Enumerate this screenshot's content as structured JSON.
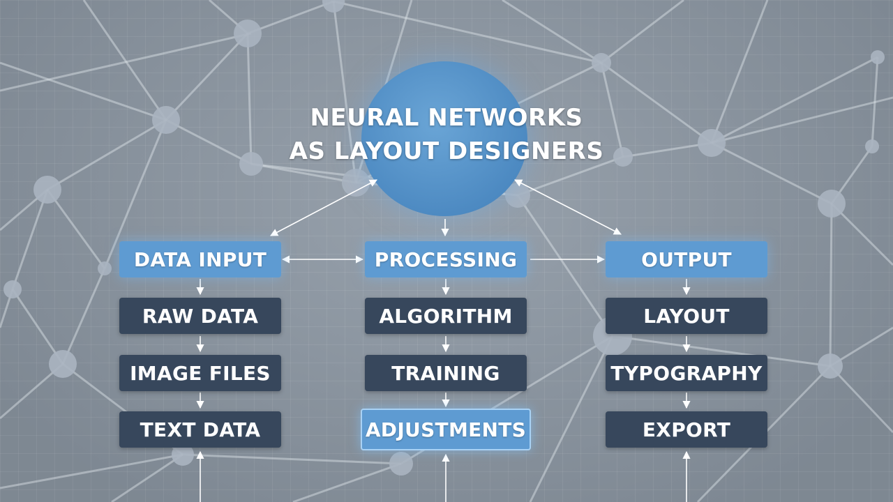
{
  "title": {
    "line1": "NEURAL NETWORKS",
    "line2": "AS LAYOUT DESIGNERS"
  },
  "columns": [
    {
      "header": "DATA INPUT",
      "items": [
        "RAW DATA",
        "IMAGE FILES",
        "TEXT DATA"
      ]
    },
    {
      "header": "PROCESSING",
      "items": [
        "ALGORITHM",
        "TRAINING",
        "ADJUSTMENTS"
      ]
    },
    {
      "header": "OUTPUT",
      "items": [
        "LAYOUT",
        "TYPOGRAPHY",
        "EXPORT"
      ]
    }
  ],
  "highlighted_item": "ADJUSTMENTS",
  "colors": {
    "background": "#8c97a3",
    "hub": "#5591c8",
    "header_box": "#5e9bd2",
    "item_box": "#37475c",
    "connector": "#ffffff"
  }
}
